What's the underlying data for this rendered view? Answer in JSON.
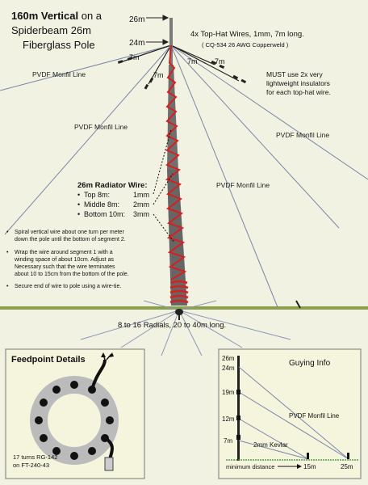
{
  "title": {
    "line1_bold": "160m Vertical",
    "line1_rest": " on a",
    "line2": "Spiderbeam 26m",
    "line3": "Fiberglass Pole"
  },
  "height_labels": {
    "top": "26m",
    "hat": "24m"
  },
  "top_hat": {
    "line1": "4x Top-Hat Wires, 1mm,  7m long.",
    "line2": "( CQ-534  26 AWG Copperweld )",
    "wire_len": "7m"
  },
  "insulators": {
    "line1": "MUST use 2x very",
    "line2": "lightweight insulators",
    "line3": "for each top-hat wire."
  },
  "guy_line_label": "PVDF Monfil Line",
  "radiator": {
    "title": "26m Radiator Wire:",
    "rows": [
      {
        "label": "Top 8m:",
        "value": "1mm"
      },
      {
        "label": "Middle 8m:",
        "value": "2mm"
      },
      {
        "label": "Bottom 10m:",
        "value": "3mm"
      }
    ]
  },
  "notes": [
    [
      "Spiral vertical wire about one turn per meter",
      "down the pole until the bottom of segment 2."
    ],
    [
      "Wrap the wire around segment 1 with a",
      "winding space of about 10cm.  Adjust as",
      "Necessary such that the wire terminates",
      "about 10 to 15cm from the bottom of the pole."
    ],
    [
      "Secure end of wire to pole using a wire-tie."
    ]
  ],
  "radials": "8 to 16 Radials, 20 to 40m long.",
  "feedpoint": {
    "title": "Feedpoint Details",
    "note_line1": "17 turns RG-142",
    "note_line2": "on FT-240-43"
  },
  "guying": {
    "title": "Guying  Info",
    "heights": [
      "26m",
      "24m",
      "19m",
      "12m",
      "7m"
    ],
    "line_label": "PVDF Monfil Line",
    "kevlar": "2mm Kevlar",
    "min_distance": "minimum distance",
    "d1": "15m",
    "d2": "25m"
  },
  "colors": {
    "pole": "#6f6f6f",
    "wire": "#d62020",
    "ground": "#8aa04a",
    "box_bg": "#f5f5dd",
    "guy_line": "#4a5f8a"
  }
}
